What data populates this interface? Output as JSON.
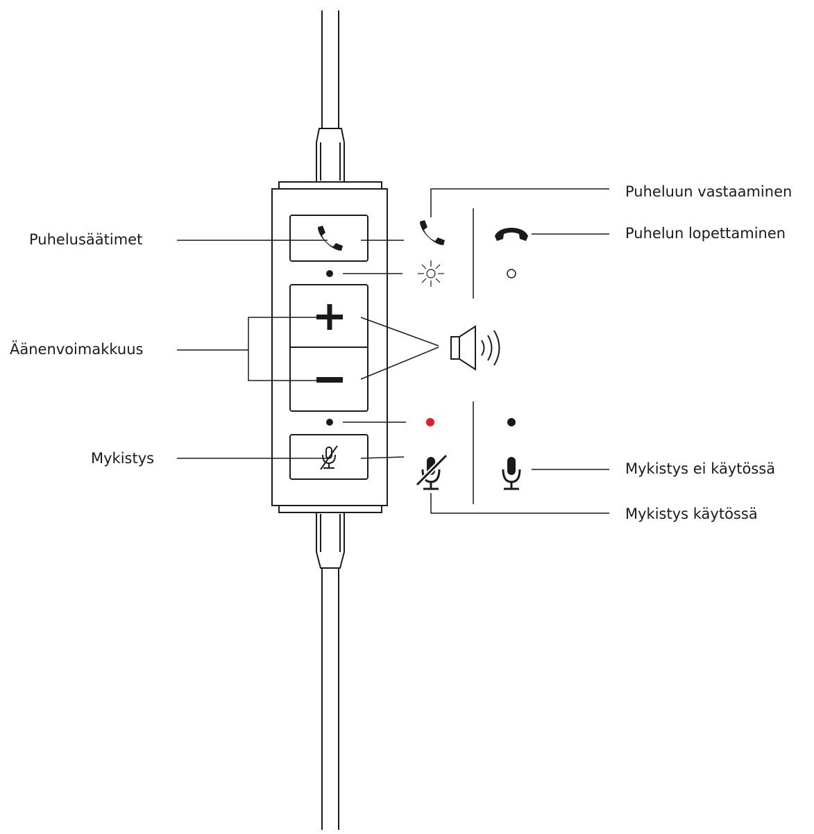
{
  "labels": {
    "call_controls": "Puhelusäätimet",
    "volume": "Äänenvoimakkuus",
    "mute": "Mykistys",
    "answer_call": "Puheluun vastaaminen",
    "end_call": "Puhelun lopettaminen",
    "mute_off": "Mykistys ei käytössä",
    "mute_on": "Mykistys käytössä"
  },
  "icons": [
    "phone-icon",
    "hang-up-icon",
    "speaker-icon",
    "microphone-icon",
    "microphone-muted-icon",
    "plus-icon",
    "minus-icon",
    "led-light-icon"
  ],
  "colors": {
    "stroke": "#1a1a1a",
    "mute_led": "#e0202a",
    "background": "#ffffff"
  }
}
